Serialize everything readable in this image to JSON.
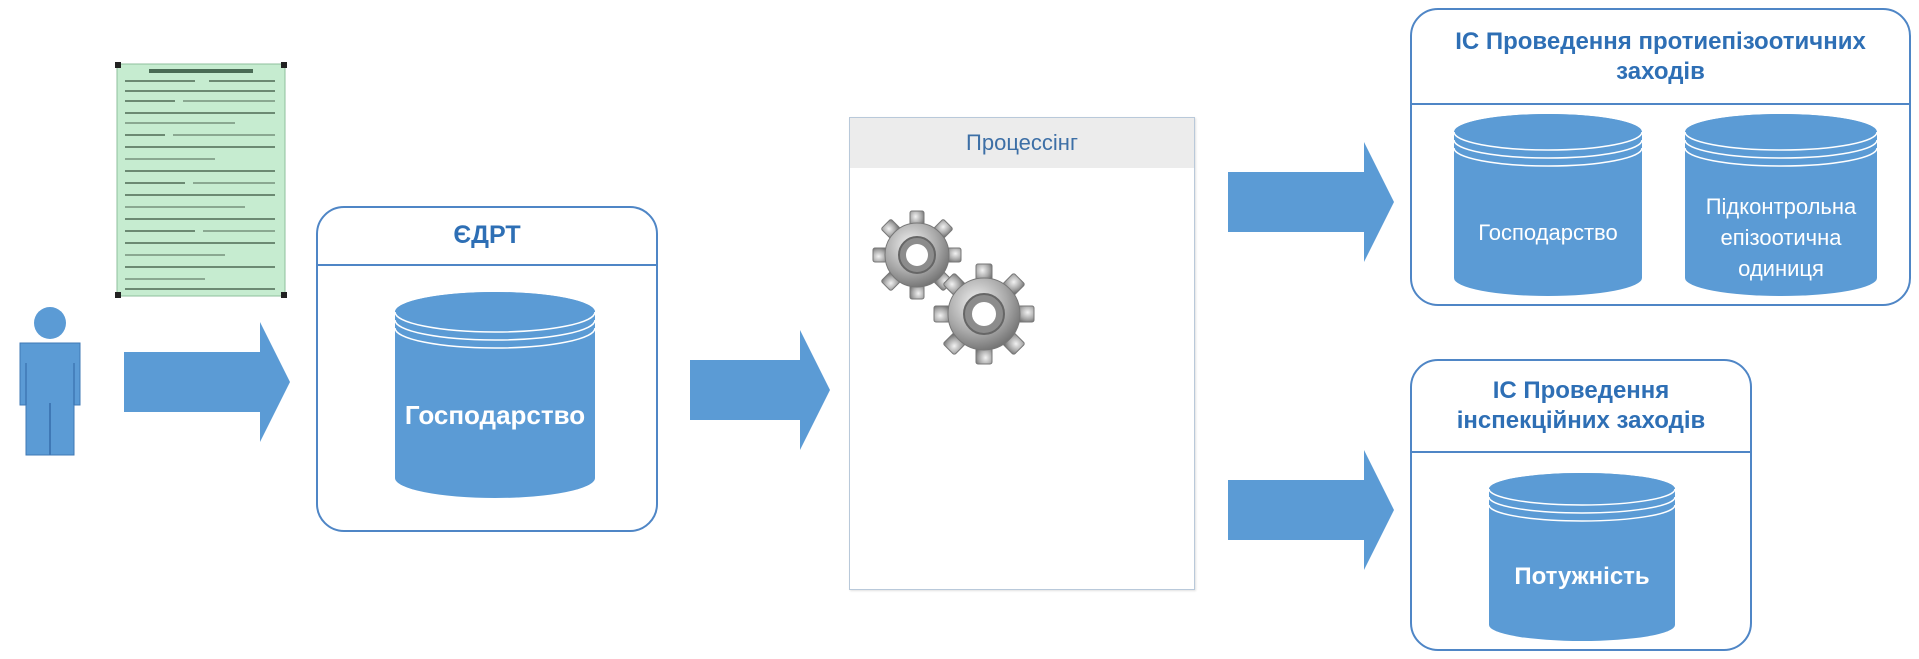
{
  "colors": {
    "accent": "#5b9bd5",
    "border": "#4f86c6",
    "title": "#2e6fb5",
    "form": "#c6ecd0"
  },
  "edrt": {
    "title": "ЄДРТ",
    "db_label": "Господарство"
  },
  "processing": {
    "title": "Процессінг",
    "icon": "gears-icon"
  },
  "ic_anti": {
    "title": "ІС Проведення протиепізоотичних заходів",
    "db1_label": "Господарство",
    "db2_label": "Підконтрольна епізоотична одиниця"
  },
  "ic_insp": {
    "title": "ІС Проведення інспекційних заходів",
    "db_label": "Потужність"
  }
}
